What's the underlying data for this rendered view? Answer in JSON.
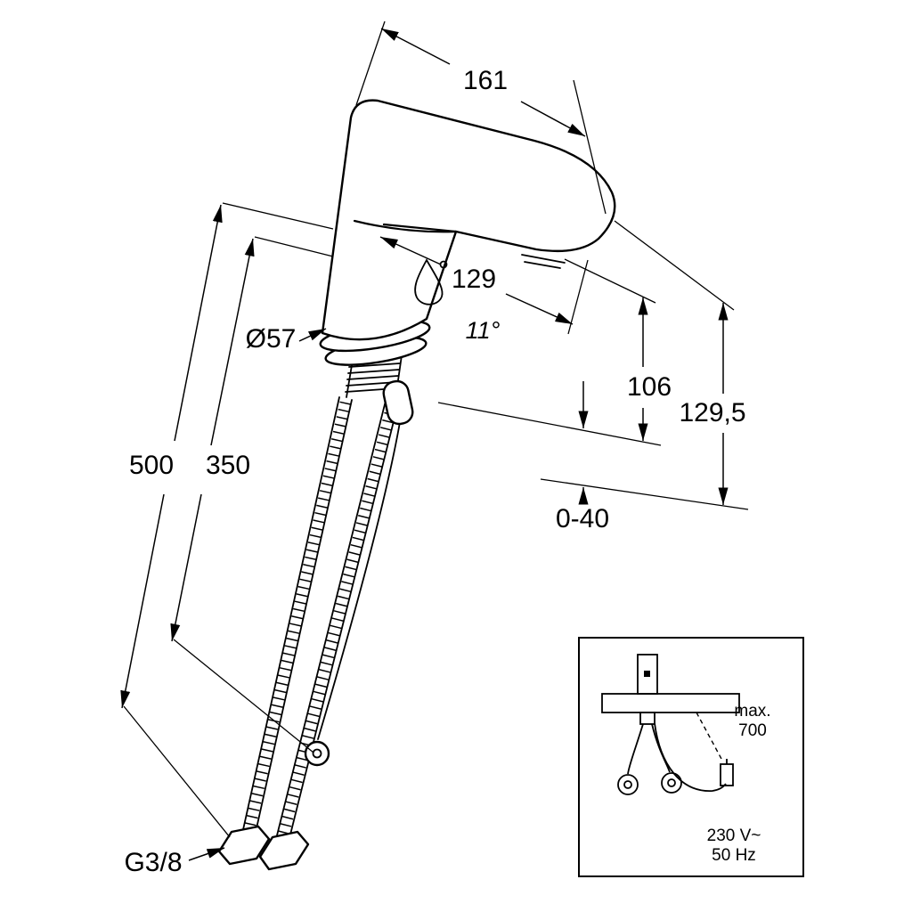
{
  "dimensions": {
    "spout_length": "161",
    "spout_reach": "129",
    "spout_angle": "11°",
    "base_diameter": "Ø57",
    "outlet_height": "106",
    "total_height": "129,5",
    "mounting_thickness": "0-40",
    "hose_length_long": "500",
    "hose_length_short": "350",
    "thread_size": "G3/8"
  },
  "inset": {
    "max_label": "max.",
    "max_value": "700",
    "voltage": "230 V~",
    "frequency": "50 Hz"
  }
}
